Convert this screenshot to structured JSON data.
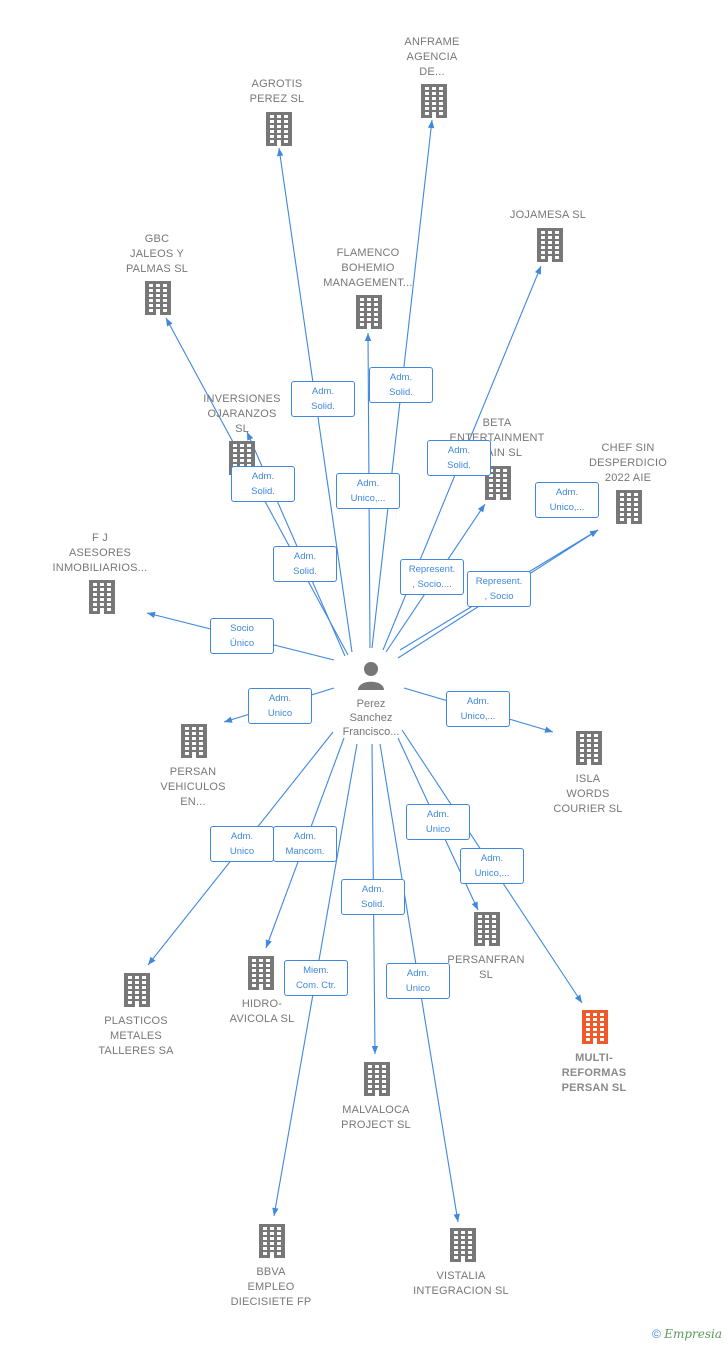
{
  "center": {
    "label": "Perez\nSanchez\nFrancisco...",
    "icon": "person-icon"
  },
  "colors": {
    "edge": "#3f88de",
    "node": "#777777",
    "highlight": "#f05a2a"
  },
  "nodes": [
    {
      "id": "anframe",
      "label": "ANFRAME\nAGENCIA\nDE..."
    },
    {
      "id": "agrotis",
      "label": "AGROTIS\nPEREZ SL"
    },
    {
      "id": "jojamesa",
      "label": "JOJAMESA  SL"
    },
    {
      "id": "gbc",
      "label": "GBC\nJALEOS Y\nPALMAS  SL"
    },
    {
      "id": "flamenco",
      "label": "FLAMENCO\nBOHEMIO\nMANAGEMENT..."
    },
    {
      "id": "inversiones",
      "label": "INVERSIONES\nOJARANZOS\nSL"
    },
    {
      "id": "beta",
      "label": "BETA\nENTERTAINMENT\nSPAIN  SL"
    },
    {
      "id": "chef",
      "label": "CHEF SIN\nDESPERDICIO\n2022 AIE"
    },
    {
      "id": "fj",
      "label": "F J\nASESORES\nINMOBILIARIOS..."
    },
    {
      "id": "persanveh",
      "label": "PERSAN\nVEHICULOS\nEN..."
    },
    {
      "id": "isla",
      "label": "ISLA\nWORDS\nCOURIER SL"
    },
    {
      "id": "persanfran",
      "label": "PERSANFRAN\nSL"
    },
    {
      "id": "plasticos",
      "label": "PLASTICOS\nMETALES\nTALLERES SA"
    },
    {
      "id": "hidro",
      "label": "HIDRO-\nAVICOLA  SL"
    },
    {
      "id": "multi",
      "label": "MULTI-\nREFORMAS\nPERSAN  SL",
      "highlight": true
    },
    {
      "id": "malvaloca",
      "label": "MALVALOCA\nPROJECT  SL"
    },
    {
      "id": "bbva",
      "label": "BBVA\nEMPLEO\nDIECISIETE FP"
    },
    {
      "id": "vistalia",
      "label": "VISTALIA\nINTEGRACION SL"
    }
  ],
  "edges": [
    {
      "to": "agrotis",
      "label": "Adm.\nSolid."
    },
    {
      "to": "anframe",
      "label": "Adm.\nSolid."
    },
    {
      "to": "flamenco",
      "label": "Adm.\nUnico,..."
    },
    {
      "to": "jojamesa",
      "label": "Adm.\nSolid."
    },
    {
      "to": "gbc",
      "label": "Adm.\nSolid."
    },
    {
      "to": "inversiones",
      "label": "Adm.\nSolid."
    },
    {
      "to": "beta",
      "label": "Represent.\n, Socio...."
    },
    {
      "to": "chef",
      "label": "Adm.\nUnico,..."
    },
    {
      "to": "chef",
      "label": "Represent.\n, Socio"
    },
    {
      "to": "fj",
      "label": "Socio\nÚnico"
    },
    {
      "to": "persanveh",
      "label": "Adm.\nUnico"
    },
    {
      "to": "isla",
      "label": "Adm.\nUnico,..."
    },
    {
      "to": "persanfran",
      "label": "Adm.\nUnico"
    },
    {
      "to": "multi",
      "label": "Adm.\nUnico,..."
    },
    {
      "to": "plasticos",
      "label": "Adm.\nUnico"
    },
    {
      "to": "hidro",
      "label": "Adm.\nMancom."
    },
    {
      "to": "malvaloca",
      "label": "Adm.\nSolid."
    },
    {
      "to": "bbva",
      "label": "Miem.\nCom. Ctr."
    },
    {
      "to": "vistalia",
      "label": "Adm.\nUnico"
    }
  ],
  "credit": {
    "symbol": "©",
    "brand": "Empresia"
  }
}
